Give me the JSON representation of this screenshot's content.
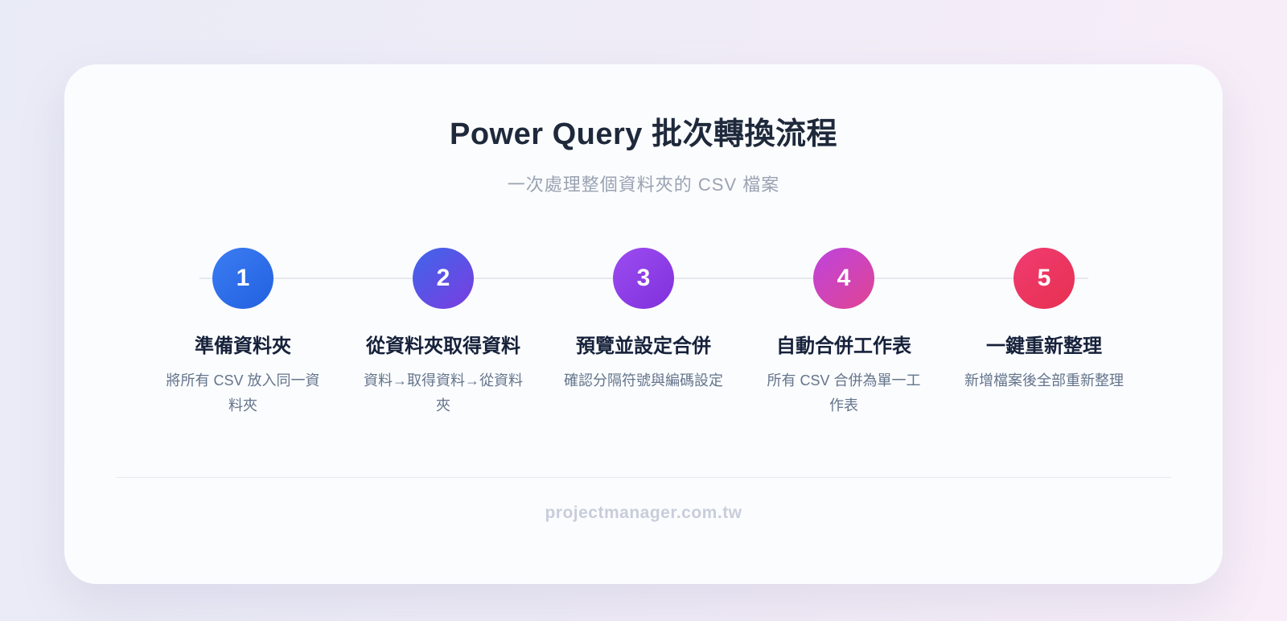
{
  "header": {
    "title": "Power Query 批次轉換流程",
    "subtitle": "一次處理整個資料夾的 CSV 檔案"
  },
  "steps": [
    {
      "number": "1",
      "title": "準備資料夾",
      "description": "將所有 CSV 放入同一資料夾",
      "gradient_start": "#3B7CF2",
      "gradient_end": "#2361E0"
    },
    {
      "number": "2",
      "title": "從資料夾取得資料",
      "description": "資料→取得資料→從資料夾",
      "gradient_start": "#3F66EA",
      "gradient_end": "#7A3DE0"
    },
    {
      "number": "3",
      "title": "預覽並設定合併",
      "description": "確認分隔符號與編碼設定",
      "gradient_start": "#9B4DF0",
      "gradient_end": "#8030DC"
    },
    {
      "number": "4",
      "title": "自動合併工作表",
      "description": "所有 CSV 合併為單一工作表",
      "gradient_start": "#BE44DE",
      "gradient_end": "#E04492"
    },
    {
      "number": "5",
      "title": "一鍵重新整理",
      "description": "新增檔案後全部重新整理",
      "gradient_start": "#F03C72",
      "gradient_end": "#E73050"
    }
  ],
  "footer": {
    "site": "projectmanager.com.tw"
  },
  "colors": {
    "background_left": "#E9EBF6",
    "background_right": "#F8EDF8",
    "card": "#FBFCFE",
    "title_text": "#1E293B",
    "subtitle_text": "#9AA3B2",
    "step_title_text": "#16213A",
    "step_description_text": "#64748B",
    "connector": "#E8E8EE",
    "divider": "#E9E9EE",
    "footer_text": "#C8CDDB"
  }
}
